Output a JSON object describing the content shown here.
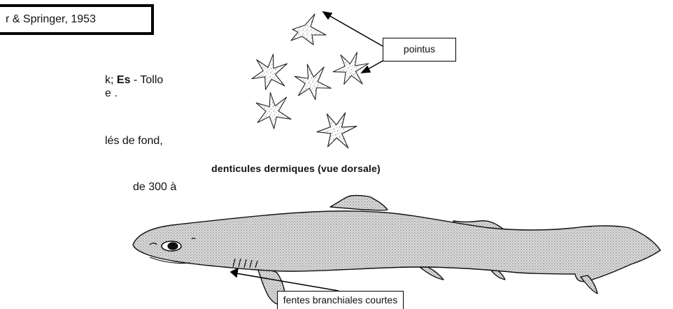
{
  "author_box": {
    "text": "r & Springer, 1953"
  },
  "left_text": {
    "line1_prefix": "k; ",
    "line1_bold": "Es",
    "line1_suffix": " - Tollo",
    "line2": "e .",
    "line3": "lés de fond,",
    "line4": "de 300 à"
  },
  "figure": {
    "denticles_caption": "denticules dermiques (vue dorsale)",
    "pointus_label": "pointus",
    "fentes_label": "fentes branchiales courtes",
    "shark_fill": "#cfcfcf",
    "outline_color": "#111111"
  }
}
